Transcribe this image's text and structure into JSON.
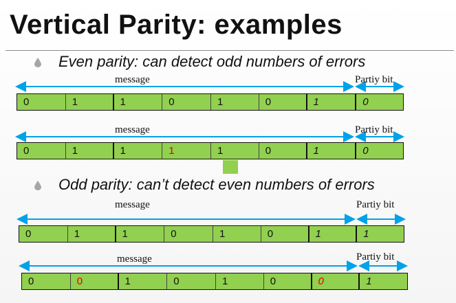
{
  "title": "Vertical Parity:  examples",
  "bullets": [
    "Even parity: can detect odd numbers of errors",
    "Odd parity: can’t detect even numbers of errors"
  ],
  "labels": {
    "message": "message",
    "parity": "Partiy bit"
  },
  "rows": [
    {
      "bits": [
        "0",
        "1",
        "1",
        "0",
        "1",
        "0",
        "1",
        "0"
      ],
      "italic": [
        6,
        7
      ],
      "red": []
    },
    {
      "bits": [
        "0",
        "1",
        "1",
        "1",
        "1",
        "0",
        "1",
        "0"
      ],
      "italic": [
        6,
        7
      ],
      "red": [
        3
      ]
    },
    {
      "bits": [
        "0",
        "1",
        "1",
        "0",
        "1",
        "0",
        "1",
        "1"
      ],
      "italic": [
        6,
        7
      ],
      "red": []
    },
    {
      "bits": [
        "0",
        "0",
        "1",
        "0",
        "1",
        "0",
        "0",
        "1"
      ],
      "italic": [
        6,
        7
      ],
      "red": [
        1,
        6
      ]
    }
  ],
  "colors": {
    "cell": "#92d050",
    "arrow": "#00a2e8",
    "error": "#e30000"
  },
  "icons": {
    "bullet": "bullet-drop-icon"
  }
}
